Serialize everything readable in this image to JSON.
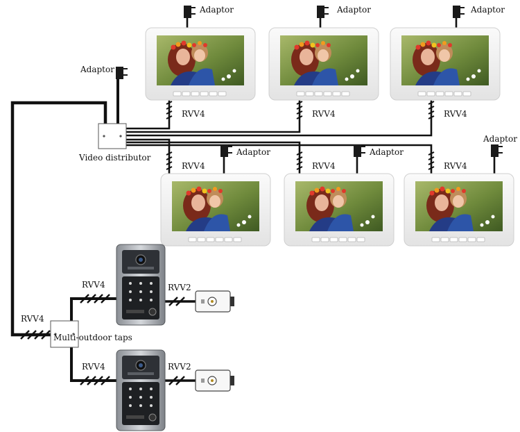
{
  "diagram": {
    "labels": {
      "adaptor": "Adaptor",
      "cable_4": "RVV4",
      "cable_2": "RVV2",
      "video_distributor": "Video distributor",
      "outdoor_taps": "Multi-outdoor taps"
    },
    "monitor_count": 6,
    "outdoor_station_count": 2,
    "lock_count": 2,
    "colors": {
      "wire": "#111111",
      "monitor_frame": "#f2f2f2",
      "monitor_screen": "#6e8a45",
      "station_panel": "#3a3d42",
      "station_keypad": "#1b1d20",
      "lock_body": "#f7f7f7"
    }
  }
}
